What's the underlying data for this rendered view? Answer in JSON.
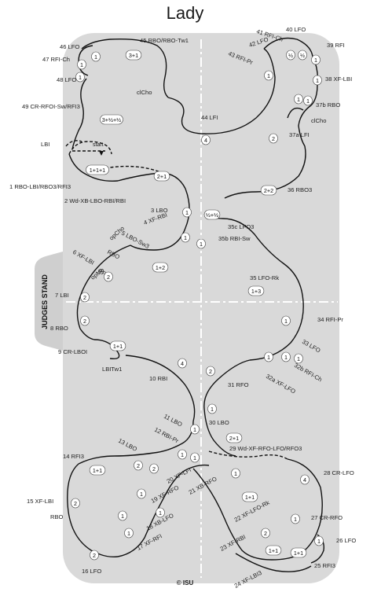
{
  "title": "Lady",
  "judges_label": "JUDGES STAND",
  "copyright": "© ISU",
  "start_label": "start",
  "steps": [
    {
      "text": "46 LFO"
    },
    {
      "text": "47 RFI-Ch"
    },
    {
      "text": "48 LFO"
    },
    {
      "text": "49 CR-RFOI-Sw/RFI3"
    },
    {
      "text": "LBI"
    },
    {
      "text": "45 RBO/RBO-Tw1"
    },
    {
      "text": "clCho"
    },
    {
      "text": "41 RFI-Ch"
    },
    {
      "text": "40 LFO"
    },
    {
      "text": "39 RFI"
    },
    {
      "text": "42 LFO"
    },
    {
      "text": "43 RFI-Pr"
    },
    {
      "text": "38 XF-LBI"
    },
    {
      "text": "37b RBO"
    },
    {
      "text": "clCho"
    },
    {
      "text": "37a LFI"
    },
    {
      "text": "44 LFI"
    },
    {
      "text": "36 RBO3"
    },
    {
      "text": "1 RBO-LBI/RBO3/RFI3"
    },
    {
      "text": "2 Wd-XB-LBO-RBI/RBI"
    },
    {
      "text": "3 LBO"
    },
    {
      "text": "4 XF-RBI"
    },
    {
      "text": "5 LBO-Sw3"
    },
    {
      "text": "opCho"
    },
    {
      "text": "RBO"
    },
    {
      "text": "6 XF-LBI"
    },
    {
      "text": "RFI"
    },
    {
      "text": "opMo"
    },
    {
      "text": "7 LBI"
    },
    {
      "text": "35c LFO3"
    },
    {
      "text": "35b RBI-Sw"
    },
    {
      "text": "35 LFO-Rk"
    },
    {
      "text": "34 RFI-Pr"
    },
    {
      "text": "8 RBO"
    },
    {
      "text": "9 CR-LBOI"
    },
    {
      "text": "LBITw1"
    },
    {
      "text": "10 RBI"
    },
    {
      "text": "33 LFO"
    },
    {
      "text": "32b RFI-Ch"
    },
    {
      "text": "32a XF-LFO"
    },
    {
      "text": "31 RFO"
    },
    {
      "text": "11 LBO"
    },
    {
      "text": "12 RBI-Pr"
    },
    {
      "text": "30 LBO"
    },
    {
      "text": "13 LBO"
    },
    {
      "text": "29 Wd-XF-RFO-LFO/RFO3"
    },
    {
      "text": "14 RFI3"
    },
    {
      "text": "28 CR-LFO"
    },
    {
      "text": "20 XF-LFI"
    },
    {
      "text": "21 XB-RFO"
    },
    {
      "text": "19 XF-RFO"
    },
    {
      "text": "15 XF-LBI"
    },
    {
      "text": "22 XF-LFO-Rk"
    },
    {
      "text": "18 XB-LFO"
    },
    {
      "text": "27 CR-RFO"
    },
    {
      "text": "RBO"
    },
    {
      "text": "17 XF-RFI"
    },
    {
      "text": "23 XF-RBI"
    },
    {
      "text": "26 LFO"
    },
    {
      "text": "16 LFO"
    },
    {
      "text": "25 RFI3"
    },
    {
      "text": "24 XF-LBI3"
    }
  ],
  "beats": [
    {
      "text": "1"
    },
    {
      "text": "1"
    },
    {
      "text": "1"
    },
    {
      "text": "3+1"
    },
    {
      "text": "40 LFO"
    },
    {
      "text": "½"
    },
    {
      "text": "½"
    },
    {
      "text": "1"
    },
    {
      "text": "1"
    },
    {
      "text": "1"
    },
    {
      "text": "1"
    },
    {
      "text": "1"
    },
    {
      "text": "3+½+½"
    },
    {
      "text": "2"
    },
    {
      "text": "4"
    },
    {
      "text": "1+1+1"
    },
    {
      "text": "2+1"
    },
    {
      "text": "2+2"
    },
    {
      "text": "1"
    },
    {
      "text": "½+½"
    },
    {
      "text": "1"
    },
    {
      "text": "1"
    },
    {
      "text": "1+2"
    },
    {
      "text": "2"
    },
    {
      "text": "1+3"
    },
    {
      "text": "2"
    },
    {
      "text": "2"
    },
    {
      "text": "1"
    },
    {
      "text": "1+1"
    },
    {
      "text": "4"
    },
    {
      "text": "1"
    },
    {
      "text": "1"
    },
    {
      "text": "1"
    },
    {
      "text": "2"
    },
    {
      "text": "1"
    },
    {
      "text": "1"
    },
    {
      "text": "2+1"
    },
    {
      "text": "2"
    },
    {
      "text": "2"
    },
    {
      "text": "1"
    },
    {
      "text": "1"
    },
    {
      "text": "1+1"
    },
    {
      "text": "1"
    },
    {
      "text": "4"
    },
    {
      "text": "2"
    },
    {
      "text": "1+1"
    },
    {
      "text": "1"
    },
    {
      "text": "1"
    },
    {
      "text": "1"
    },
    {
      "text": "1"
    },
    {
      "text": "2"
    },
    {
      "text": "1"
    },
    {
      "text": "2"
    },
    {
      "text": "1+1"
    },
    {
      "text": "1+1"
    },
    {
      "text": "1"
    }
  ],
  "colors": {
    "rink_fill": "#d9d9d9",
    "axis_line": "#ffffff",
    "judges_tab": "#cfcfcf",
    "path_stroke": "#111111"
  }
}
